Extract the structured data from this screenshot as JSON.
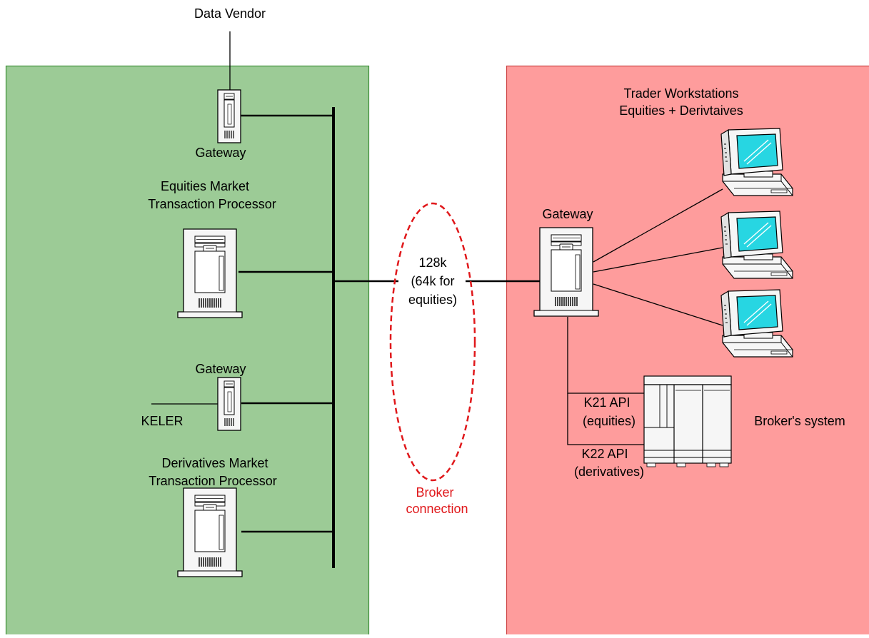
{
  "colors": {
    "left_zone_fill": "#9ccb96",
    "left_zone_stroke": "#3f8f3a",
    "right_zone_fill": "#fe9c9c",
    "right_zone_stroke": "#cc4444",
    "screen": "#27d6e2",
    "broker_connection": "#e0181b",
    "device": "#f6f6f6"
  },
  "labels": {
    "data_vendor": "Data Vendor",
    "gateway_top": "Gateway",
    "equities_tp_line1": "Equities Market",
    "equities_tp_line2": "Transaction Processor",
    "gateway_keler": "Gateway",
    "keler": "KELER",
    "derivatives_tp_line1": "Derivatives Market",
    "derivatives_tp_line2": "Transaction Processor",
    "link_line1": "128k",
    "link_line2": "(64k for",
    "link_line3": "equities)",
    "broker_conn_line1": "Broker",
    "broker_conn_line2": "connection",
    "traders_line1": "Trader Workstations",
    "traders_line2": "Equities + Derivtaives",
    "gateway_right": "Gateway",
    "k21_line1": "K21 API",
    "k21_line2": "(equities)",
    "k22_line1": "K22 API",
    "k22_line2": "(derivatives)",
    "brokers_system": "Broker's system"
  },
  "icons": {
    "server": "tower-server-icon",
    "workstation": "workstation-icon",
    "mainframe": "mainframe-icon"
  }
}
